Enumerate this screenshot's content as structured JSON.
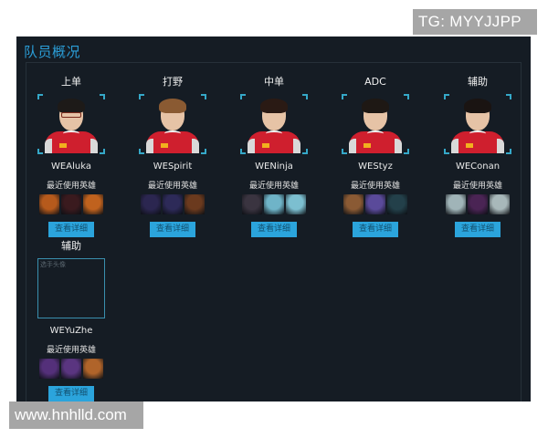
{
  "watermarks": {
    "top_right": "TG: MYYJJPP",
    "bottom_left": "www.hnhlld.com"
  },
  "panel": {
    "title": "队员概况"
  },
  "labels": {
    "recent_heroes": "最近使用英雄",
    "details_button": "查看详细",
    "avatar_alt": "选手头像"
  },
  "colors": {
    "panel_bg": "#151c24",
    "title": "#2b9ed8",
    "button_bg": "#2ba4dc",
    "frame_corner": "#35a8c8",
    "jacket": "#cf1f2e"
  },
  "players": [
    {
      "role": "上单",
      "name": "WEAluka",
      "avatar": "portrait",
      "hair_color": "#1d1a18",
      "glasses": true,
      "heroes": [
        {
          "icon": "hero-icon-orange-yordle",
          "color": "#b65a1c"
        },
        {
          "icon": "hero-icon-dark-red",
          "color": "#3a1a1e"
        },
        {
          "icon": "hero-icon-orange-yordle",
          "color": "#c0621e"
        }
      ]
    },
    {
      "role": "打野",
      "name": "WESpirit",
      "avatar": "portrait",
      "hair_color": "#8a5a32",
      "glasses": false,
      "heroes": [
        {
          "icon": "hero-icon-dark-blue-red",
          "color": "#2b2650"
        },
        {
          "icon": "hero-icon-dark-blue-red",
          "color": "#2d2a58"
        },
        {
          "icon": "hero-icon-brown-gold",
          "color": "#6b3a1e"
        }
      ]
    },
    {
      "role": "中单",
      "name": "WENinja",
      "avatar": "portrait",
      "hair_color": "#2a1a14",
      "glasses": false,
      "heroes": [
        {
          "icon": "hero-icon-dark-hair-girl",
          "color": "#3a3440"
        },
        {
          "icon": "hero-icon-ice-blue",
          "color": "#6fb4c8"
        },
        {
          "icon": "hero-icon-ice-blue",
          "color": "#7cbfd0"
        }
      ]
    },
    {
      "role": "ADC",
      "name": "WEStyz",
      "avatar": "portrait",
      "hair_color": "#1e1814",
      "glasses": false,
      "heroes": [
        {
          "icon": "hero-icon-brown-yordle",
          "color": "#8a5a34"
        },
        {
          "icon": "hero-icon-pink-blue",
          "color": "#5a4a9a"
        },
        {
          "icon": "hero-icon-dark-teal",
          "color": "#23404a"
        }
      ]
    },
    {
      "role": "辅助",
      "name": "WEConan",
      "avatar": "portrait",
      "hair_color": "#1a1412",
      "glasses": false,
      "heroes": [
        {
          "icon": "hero-icon-white-hair",
          "color": "#a0b4b8"
        },
        {
          "icon": "hero-icon-purple-girl",
          "color": "#4a2454"
        },
        {
          "icon": "hero-icon-white-hair",
          "color": "#a8b8ba"
        }
      ]
    },
    {
      "role": "辅助",
      "name": "WEYuZhe",
      "avatar": "broken",
      "heroes": [
        {
          "icon": "hero-icon-purple-girl",
          "color": "#54307a"
        },
        {
          "icon": "hero-icon-purple-girl",
          "color": "#5a3580"
        },
        {
          "icon": "hero-icon-orange-girl",
          "color": "#b0642a"
        }
      ]
    }
  ]
}
